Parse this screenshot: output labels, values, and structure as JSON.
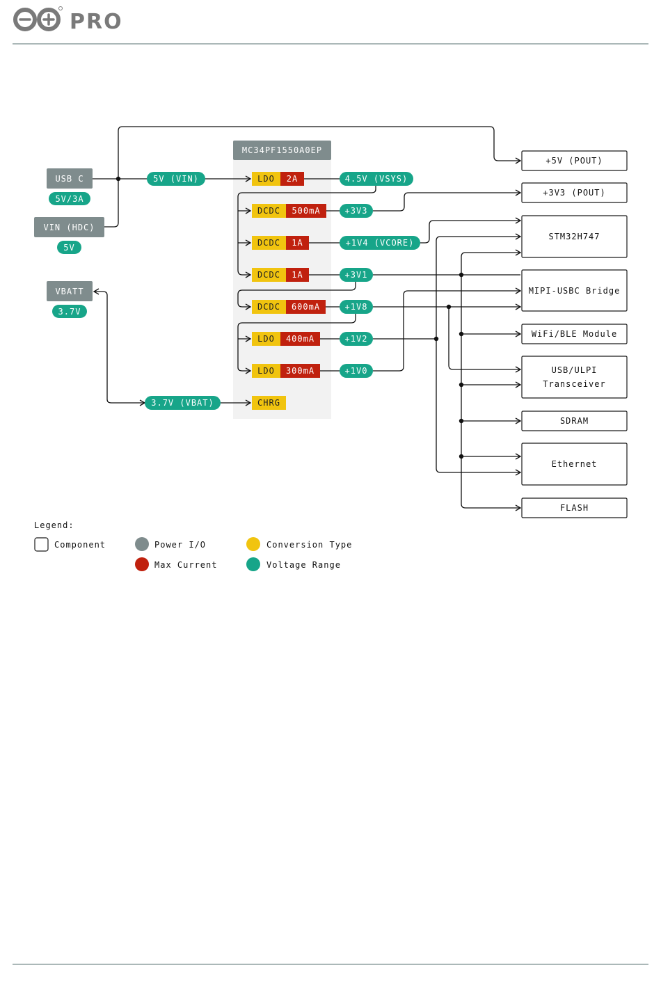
{
  "brand": {
    "wordmark": "PRO"
  },
  "colors": {
    "power_io": "#7f8c8d",
    "conversion": "#f1c40f",
    "max_current": "#c0210e",
    "voltage": "#17a589",
    "component_border": "#1a1a1a",
    "group_bg": "#f2f2f2",
    "divider": "#8fa0a0"
  },
  "diagram": {
    "pmic": {
      "title": "MC34PF1550A0EP"
    },
    "inputs": {
      "usb_c": {
        "label": "USB C",
        "rating": "5V/3A"
      },
      "vin_hdc": {
        "label": "VIN (HDC)",
        "rating": "5V"
      },
      "vbatt": {
        "label": "VBATT",
        "rating": "3.7V"
      }
    },
    "rails_in": {
      "vin": "5V (VIN)",
      "vbat": "3.7V (VBAT)"
    },
    "regulators": [
      {
        "type": "LDO",
        "current": "2A",
        "output": "4.5V (VSYS)"
      },
      {
        "type": "DCDC",
        "current": "500mA",
        "output": "+3V3"
      },
      {
        "type": "DCDC",
        "current": "1A",
        "output": "+1V4 (VCORE)"
      },
      {
        "type": "DCDC",
        "current": "1A",
        "output": "+3V1"
      },
      {
        "type": "DCDC",
        "current": "600mA",
        "output": "+1V8"
      },
      {
        "type": "LDO",
        "current": "400mA",
        "output": "+1V2"
      },
      {
        "type": "LDO",
        "current": "300mA",
        "output": "+1V0"
      }
    ],
    "charger": {
      "type": "CHRG"
    },
    "components": [
      {
        "id": "pout5",
        "label": "+5V (POUT)"
      },
      {
        "id": "pout33",
        "label": "+3V3 (POUT)"
      },
      {
        "id": "stm32",
        "label": "STM32H747"
      },
      {
        "id": "mipi",
        "label": "MIPI-USBC Bridge"
      },
      {
        "id": "wifi",
        "label": "WiFi/BLE Module"
      },
      {
        "id": "usbulpi",
        "label": "USB/ULPI",
        "label2": "Transceiver"
      },
      {
        "id": "sdram",
        "label": "SDRAM"
      },
      {
        "id": "eth",
        "label": "Ethernet"
      },
      {
        "id": "flash",
        "label": "FLASH"
      }
    ]
  },
  "legend": {
    "title": "Legend:",
    "component": "Component",
    "power_io": "Power I/O",
    "conversion": "Conversion Type",
    "max_current": "Max Current",
    "voltage": "Voltage Range"
  }
}
